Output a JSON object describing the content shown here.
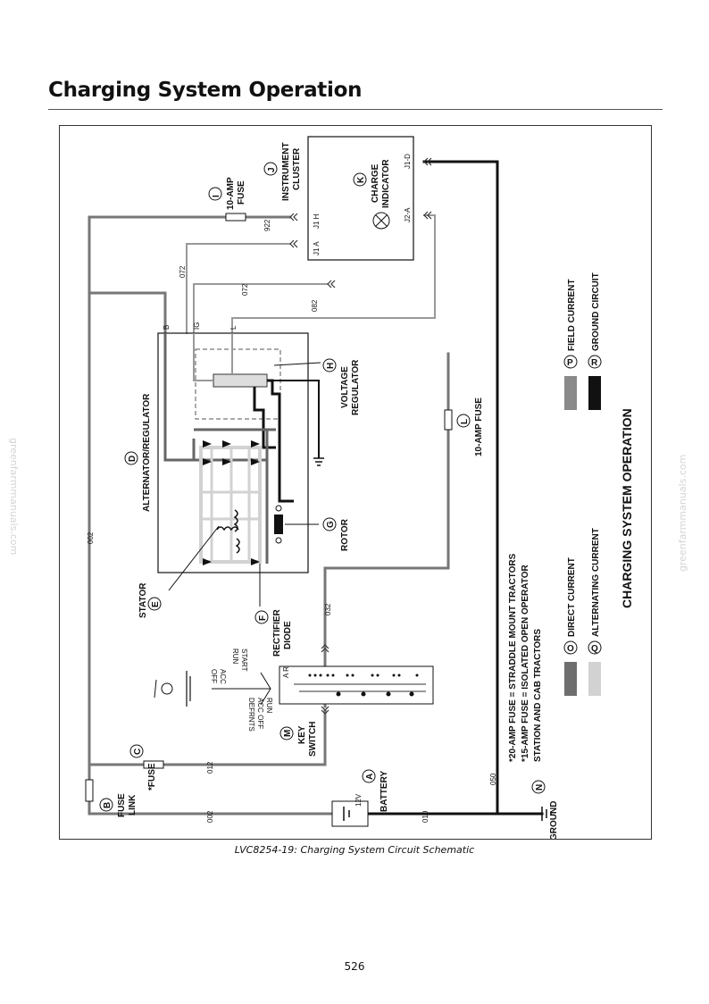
{
  "page": {
    "title": "Charging System Operation",
    "caption": "LVC8254-19: Charging System Circuit Schematic",
    "page_number": "526",
    "watermark": "greenfarmmanuals.com"
  },
  "diagram": {
    "heading": "CHARGING SYSTEM OPERATION",
    "notes": [
      "*20-AMP FUSE = STRADDLE MOUNT TRACTORS",
      "*15-AMP FUSE = ISOLATED OPEN OPERATOR",
      "STATION AND CAB TRACTORS"
    ],
    "legend": [
      {
        "letter": "O",
        "label": "DIRECT CURRENT",
        "color": "#6e6e6e"
      },
      {
        "letter": "Q",
        "label": "ALTERNATING CURRENT",
        "color": "#d2d2d2"
      },
      {
        "letter": "P",
        "label": "FIELD CURRENT",
        "color": "#8a8a8a"
      },
      {
        "letter": "R",
        "label": "GROUND CIRCUIT",
        "color": "#111111"
      }
    ],
    "components": [
      {
        "letter": "A",
        "label": "BATTERY"
      },
      {
        "letter": "B",
        "label": "FUSE",
        "label2": "LINK"
      },
      {
        "letter": "C",
        "label": "*FUSE"
      },
      {
        "letter": "D",
        "label": "ALTERNATOR/REGULATOR"
      },
      {
        "letter": "E",
        "label": "STATOR"
      },
      {
        "letter": "F",
        "label": "RECTIFIER",
        "label2": "DIODE"
      },
      {
        "letter": "G",
        "label": "ROTOR"
      },
      {
        "letter": "H",
        "label": "VOLTAGE",
        "label2": "REGULATOR"
      },
      {
        "letter": "I",
        "label": "10-AMP",
        "label2": "FUSE"
      },
      {
        "letter": "J",
        "label": "INSTRUMENT",
        "label2": "CLUSTER"
      },
      {
        "letter": "K",
        "label": "CHARGE",
        "label2": "INDICATOR"
      },
      {
        "letter": "L",
        "label": "10-AMP FUSE"
      },
      {
        "letter": "M",
        "label": "KEY",
        "label2": "SWITCH"
      },
      {
        "letter": "N",
        "label": "GROUND"
      }
    ],
    "wires": {
      "w002_left": "002",
      "w002_bottom": "002",
      "w012": "012",
      "w010": "010",
      "w050": "050",
      "w032": "032",
      "w922": "922",
      "w072_top": "072",
      "w072_mid": "072",
      "w082": "082"
    },
    "terminals": {
      "b": "B",
      "ig": "IG",
      "l": "L",
      "j1a": "J1 A",
      "j1h": "J1 H",
      "j1d": "J1-D",
      "j2a": "J2-A",
      "battery_voltage": "12V"
    },
    "key_positions": [
      "OFF",
      "ACC",
      "RUN",
      "START"
    ],
    "key_extra": [
      "DEFRNTS",
      "ACC OFF",
      "RUN"
    ],
    "key_switch_header": "A R"
  }
}
